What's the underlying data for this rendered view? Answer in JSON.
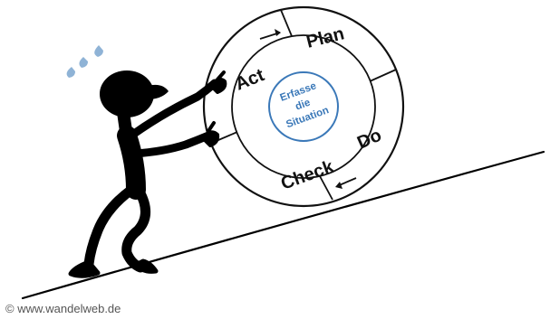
{
  "wheel": {
    "quadrants": {
      "plan": "Plan",
      "do": "Do",
      "check": "Check",
      "act": "Act"
    },
    "center_lines": [
      "Erfasse",
      "die",
      "Situation"
    ]
  },
  "colors": {
    "figure": "#000000",
    "sweat_drops": "#8fb3d6",
    "center_text": "#3a78b8",
    "center_ring": "#3a78b8",
    "wheel_stroke": "#111111",
    "slope_line": "#000000"
  },
  "footer": {
    "copyright_symbol": "©",
    "copyright_text": "www.wandelweb.de"
  }
}
